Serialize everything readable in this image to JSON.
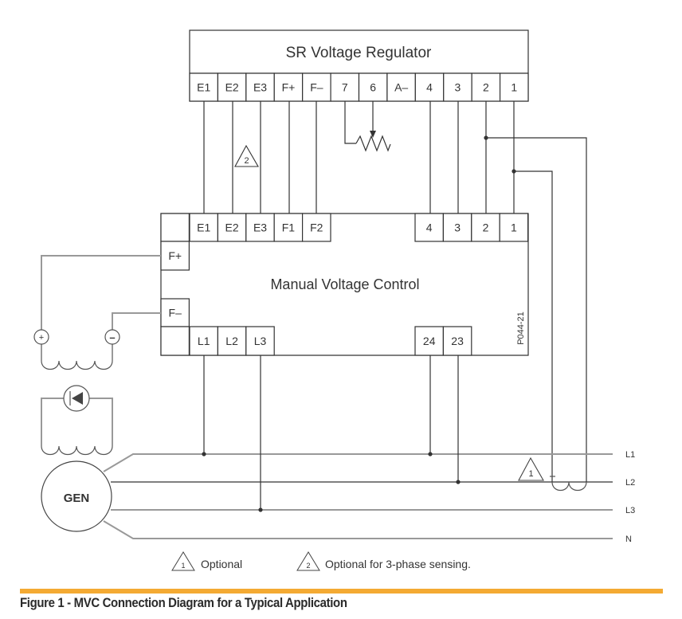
{
  "figure": {
    "caption": "Figure 1 - MVC Connection Diagram for a Typical Application",
    "accent_color": "#F4AA33",
    "drawing_id": "P044-21"
  },
  "sr_regulator": {
    "title": "SR Voltage Regulator",
    "terminals": [
      "E1",
      "E2",
      "E3",
      "F+",
      "F–",
      "7",
      "6",
      "A–",
      "4",
      "3",
      "2",
      "1"
    ]
  },
  "mvc": {
    "title": "Manual Voltage Control",
    "top_terminals_left": [
      "E1",
      "E2",
      "E3",
      "F1",
      "F2"
    ],
    "top_terminals_right": [
      "4",
      "3",
      "2",
      "1"
    ],
    "side_terminals": [
      "F+",
      "F–"
    ],
    "bottom_terminals_left": [
      "L1",
      "L2",
      "L3"
    ],
    "bottom_terminals_right": [
      "24",
      "23"
    ]
  },
  "generator": {
    "label": "GEN",
    "field_plus": "+",
    "field_minus": "–"
  },
  "lines": [
    "L1",
    "L2",
    "L3",
    "N"
  ],
  "notes": [
    {
      "marker": "1",
      "text": "Optional"
    },
    {
      "marker": "2",
      "text": "Optional for 3-phase sensing."
    }
  ],
  "colors": {
    "wire_dark": "#333333",
    "wire_gray": "#999999"
  }
}
